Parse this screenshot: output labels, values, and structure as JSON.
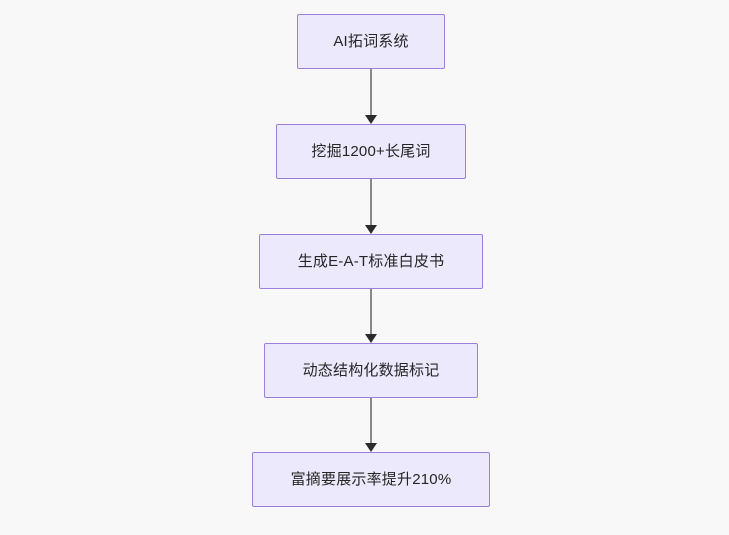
{
  "diagram": {
    "type": "flowchart",
    "orientation": "top-to-bottom",
    "background_color": "#f8f8f8",
    "node_fill_color": "#ebe9fb",
    "node_border_color": "#9a7fdb",
    "node_text_color": "#262626",
    "connector_line_color": "#888888",
    "connector_arrow_color": "#2b2b2b",
    "nodes": [
      {
        "id": "node-1",
        "label": "AI拓词系统"
      },
      {
        "id": "node-2",
        "label": "挖掘1200+长尾词"
      },
      {
        "id": "node-3",
        "label": "生成E-A-T标准白皮书"
      },
      {
        "id": "node-4",
        "label": "动态结构化数据标记"
      },
      {
        "id": "node-5",
        "label": "富摘要展示率提升210%"
      }
    ],
    "edges": [
      {
        "id": "edge-1",
        "from": "node-1",
        "to": "node-2",
        "label": ""
      },
      {
        "id": "edge-2",
        "from": "node-2",
        "to": "node-3",
        "label": ""
      },
      {
        "id": "edge-3",
        "from": "node-3",
        "to": "node-4",
        "label": ""
      },
      {
        "id": "edge-4",
        "from": "node-4",
        "to": "node-5",
        "label": ""
      }
    ]
  }
}
